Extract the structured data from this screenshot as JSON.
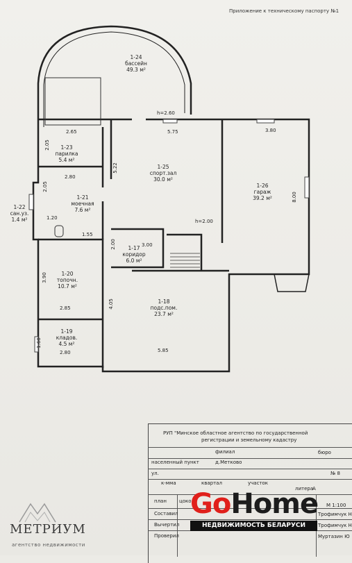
{
  "header": {
    "attachment_note": "Приложение к техническому паспорту №1"
  },
  "rooms": {
    "r124": {
      "num": "1-24",
      "name": "бассейн",
      "area": "49.3 м²"
    },
    "r123": {
      "num": "1-23",
      "name": "парилка",
      "area": "5.4 м²"
    },
    "r125": {
      "num": "1-25",
      "name": "спорт.зал",
      "area": "30.0 м²"
    },
    "r126": {
      "num": "1-26",
      "name": "гараж",
      "area": "39.2 м²"
    },
    "r121": {
      "num": "1-21",
      "name": "моечная",
      "area": "7.6 м²"
    },
    "r122": {
      "num": "1-22",
      "name": "сан.уз.",
      "area": "1.4 м²"
    },
    "r117": {
      "num": "1-17",
      "name": "коридор",
      "area": "6.0 м²"
    },
    "r120": {
      "num": "1-20",
      "name": "топочн.",
      "area": "10.7 м²"
    },
    "r118": {
      "num": "1-18",
      "name": "подс.пом.",
      "area": "23.7 м²"
    },
    "r119": {
      "num": "1-19",
      "name": "кладов.",
      "area": "4.5 м²"
    }
  },
  "dims": {
    "d_h260": "h=2.60",
    "d_575": "5.75",
    "d_380": "3.80",
    "d_265": "2.65",
    "d_205a": "2.05",
    "d_522": "5.22",
    "d_280a": "2.80",
    "d_205b": "2.05",
    "d_800": "8.00",
    "d_120": "1.20",
    "d_h200": "h=2.00",
    "d_155": "1.55",
    "d_200": "2.00",
    "d_300": "3.00",
    "d_390": "3.90",
    "d_285": "2.85",
    "d_405": "4.05",
    "d_160": "1.60",
    "d_280b": "2.80",
    "d_585": "5.85"
  },
  "stamp": {
    "org_line1": "РУП \"Минское областное агентство по государственной",
    "org_line2": "регистрации и земельному кадастру",
    "filial": "филиал",
    "buro": "бюро",
    "settlement_label": "населенный пункт",
    "settlement_value": "д.Метково",
    "street_label": "ул.",
    "house_no": "№ 8",
    "apt_label": "к-мма",
    "block_label": "квартал",
    "plot_label": "участок",
    "letter_label": "литера",
    "letter_value": "А",
    "plan_label": "план",
    "floor_label": "цоко",
    "scale": "М 1:100",
    "composed_label": "Составил",
    "drawn_label": "Вычертил",
    "checked_label": "Проверил",
    "person1": "Трофимчук Н",
    "person2": "Трофимчук Н",
    "person3": "Муртазин Ю"
  },
  "watermarks": {
    "gohome_go": "Go",
    "gohome_home": "Home",
    "gohome_tagline": "НЕДВИЖИМОСТЬ БЕЛАРУСИ",
    "metrium_name": "МЕТРИУМ",
    "metrium_sub": "агентство недвижимости"
  }
}
